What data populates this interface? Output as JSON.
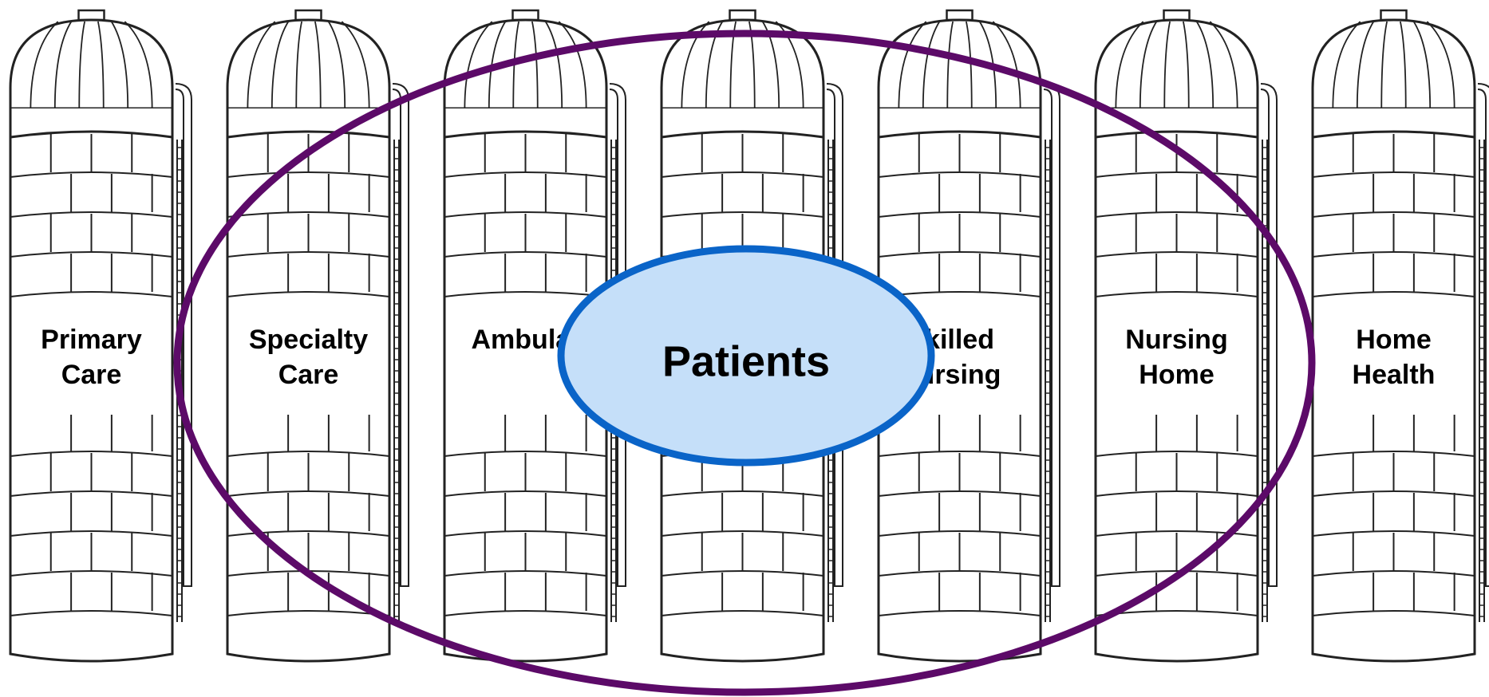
{
  "diagram": {
    "silos": [
      {
        "lines": [
          "Primary",
          "Care"
        ]
      },
      {
        "lines": [
          "Specialty",
          "Care"
        ]
      },
      {
        "lines": [
          "Ambulat",
          ""
        ]
      },
      {
        "lines": [
          "",
          ""
        ]
      },
      {
        "lines": [
          "killed",
          "ursing"
        ]
      },
      {
        "lines": [
          "Nursing",
          "Home"
        ]
      },
      {
        "lines": [
          "Home",
          "Health"
        ]
      }
    ],
    "center_label": "Patients",
    "colors": {
      "outer_ring": "#5c0a68",
      "center_fill": "#c5dff9",
      "center_stroke": "#0a64c8",
      "silo_stroke": "#222222"
    }
  }
}
